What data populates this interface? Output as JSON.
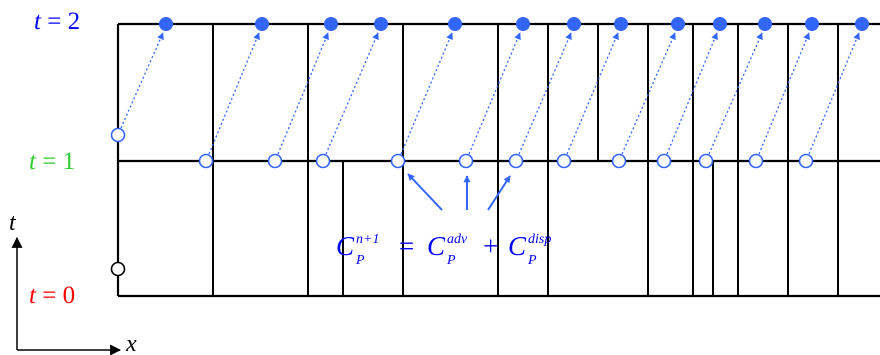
{
  "levels": [
    {
      "var": "t",
      "eq": " = ",
      "value": "0",
      "color": "#ff0000"
    },
    {
      "var": "t",
      "eq": " = ",
      "value": "1",
      "color": "#33cc33"
    },
    {
      "var": "t",
      "eq": " = ",
      "value": "2",
      "color": "#0000ff"
    }
  ],
  "axes": {
    "x_label": "x",
    "t_label": "t"
  },
  "equation": {
    "lhs": "C",
    "lhs_sub": "P",
    "lhs_sup": "n+1",
    "eq": "=",
    "t1": "C",
    "t1_sub": "P",
    "t1_sup": "adv",
    "plus": "+",
    "t2": "C",
    "t2_sub": "P",
    "t2_sup": "disp",
    "color": "#0000ff"
  },
  "colors": {
    "grid": "#000000",
    "point_fill": "#3366ff",
    "point_stroke": "#3366ff",
    "arrow": "#3366ff"
  }
}
